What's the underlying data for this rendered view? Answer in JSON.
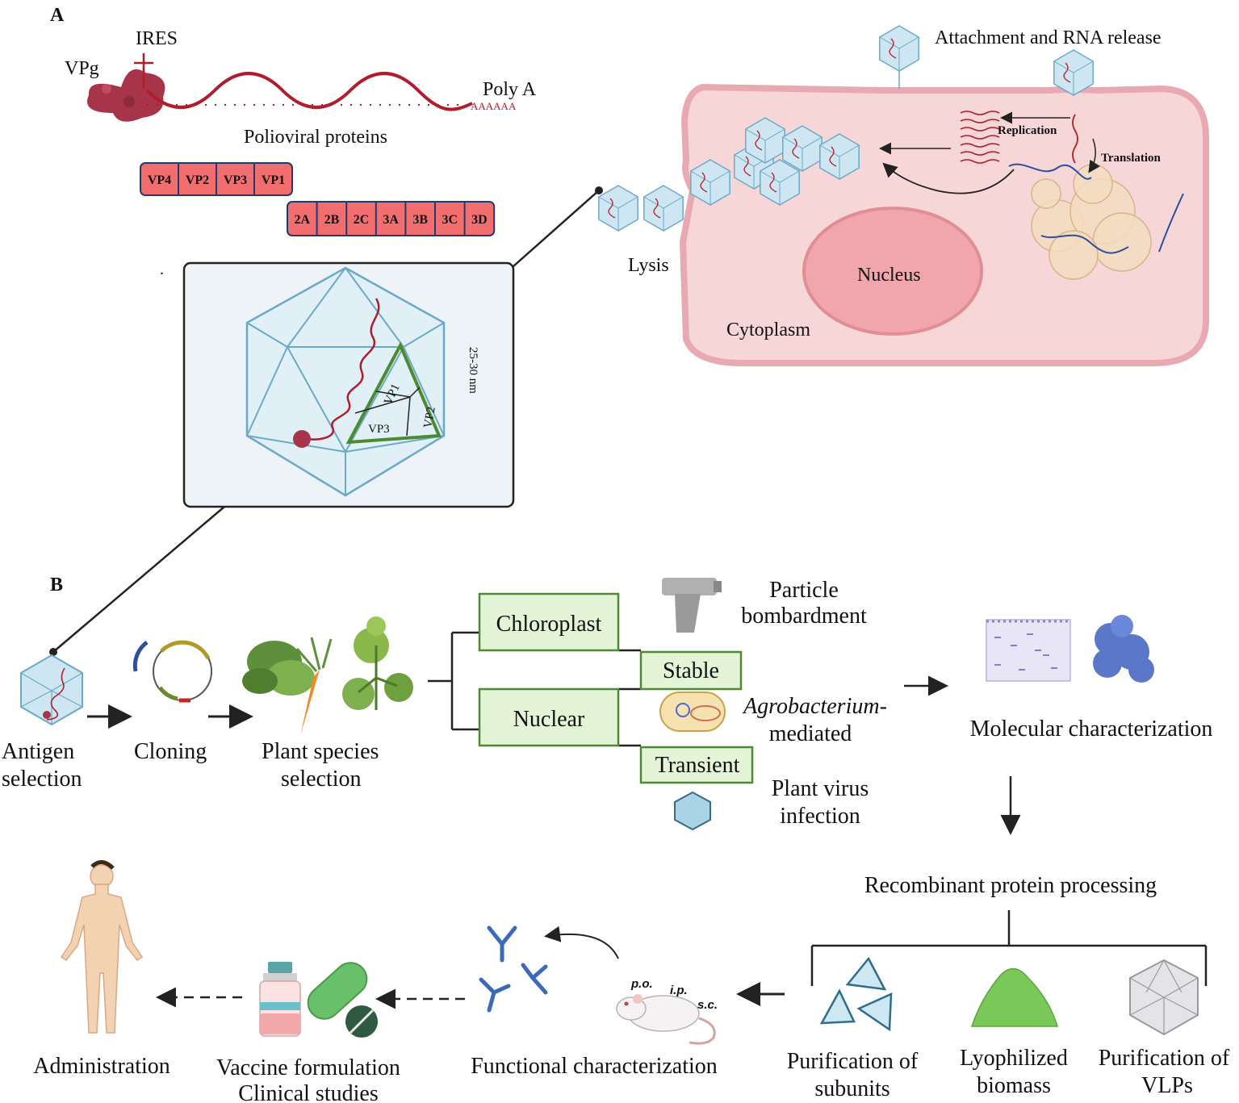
{
  "panel_a": {
    "letter": "A",
    "genome": {
      "vpg": "VPg",
      "ires": "IRES",
      "polya": "Poly A",
      "polya_seq": "AAAAAA"
    },
    "proteins_title": "Polioviral proteins",
    "structural": [
      "VP4",
      "VP2",
      "VP3",
      "VP1"
    ],
    "nonstructural": [
      "2A",
      "2B",
      "2C",
      "3A",
      "3B",
      "3C",
      "3D"
    ],
    "dot": ".",
    "capsid": {
      "size": "25-30 nm",
      "vp1": "VP1",
      "vp2": "VP2",
      "vp3": "VP3"
    },
    "cell": {
      "attachment": "Attachment and RNA release",
      "replication": "Replication",
      "translation": "Translation",
      "lysis": "Lysis",
      "nucleus": "Nucleus",
      "cytoplasm": "Cytoplasm"
    }
  },
  "panel_b": {
    "letter": "B",
    "steps": {
      "antigen_1": "Antigen",
      "antigen_2": "selection",
      "cloning": "Cloning",
      "plant_1": "Plant species",
      "plant_2": "selection",
      "chloroplast": "Chloroplast",
      "nuclear": "Nuclear",
      "stable": "Stable",
      "transient": "Transient",
      "particle_1": "Particle",
      "particle_2": "bombardment",
      "agro_1": "Agrobacterium-",
      "agro_2": "mediated",
      "virus_1": "Plant virus",
      "virus_2": "infection",
      "molecular": "Molecular characterization",
      "recombinant": "Recombinant protein processing",
      "sub_1": "Purification of",
      "sub_2": "subunits",
      "lyo_1": "Lyophilized",
      "lyo_2": "biomass",
      "vlp_1": "Purification of",
      "vlp_2": "VLPs",
      "routes": [
        "p.o.",
        "i.p.",
        "s.c."
      ],
      "functional": "Functional characterization",
      "vaccine_1": "Vaccine formulation",
      "vaccine_2": "Clinical studies",
      "administration": "Administration"
    }
  },
  "colors": {
    "rna": "#b01e2d",
    "box_red": "#f26d6d",
    "box_border": "#1f3a6e",
    "capsid_fill": "#cde6f2",
    "capsid_stroke": "#6aaac8",
    "cell": "#f7d6d8",
    "cell_border": "#e8aab0",
    "nucleus": "#f0a6ac",
    "green_box": "#e4f4d6",
    "green_border": "#4d8a32",
    "panel_bg": "#eef3f8"
  }
}
